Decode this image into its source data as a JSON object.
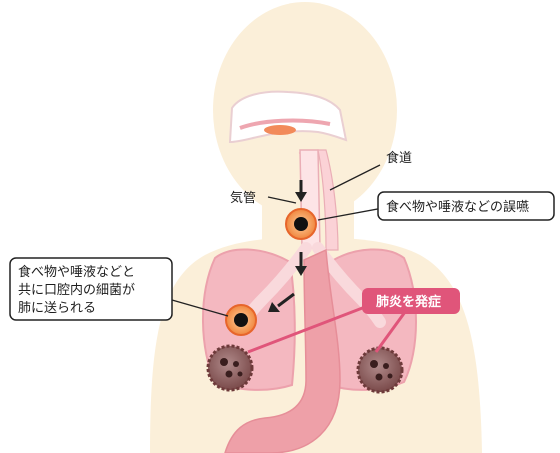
{
  "labels": {
    "trachea": "気管",
    "esophagus": "食道",
    "aspiration_event": "食べ物や唾液などの誤嚥",
    "bacteria_sent_line1": "食べ物や唾液などと",
    "bacteria_sent_line2": "共に口腔内の細菌が",
    "bacteria_sent_line3": "肺に送られる",
    "pneumonia_onset": "肺炎を発症"
  },
  "colors": {
    "body": "#fbefd9",
    "lung": "#f4b8c0",
    "lung_edge": "#eca1ac",
    "airway": "#f7c9cf",
    "stomach": "#eea0a8",
    "pneumonia_badge": "#e0557a",
    "lesion_ring": "#e7652b",
    "bacteria": "#6e3a3a",
    "arrow": "#222222"
  }
}
